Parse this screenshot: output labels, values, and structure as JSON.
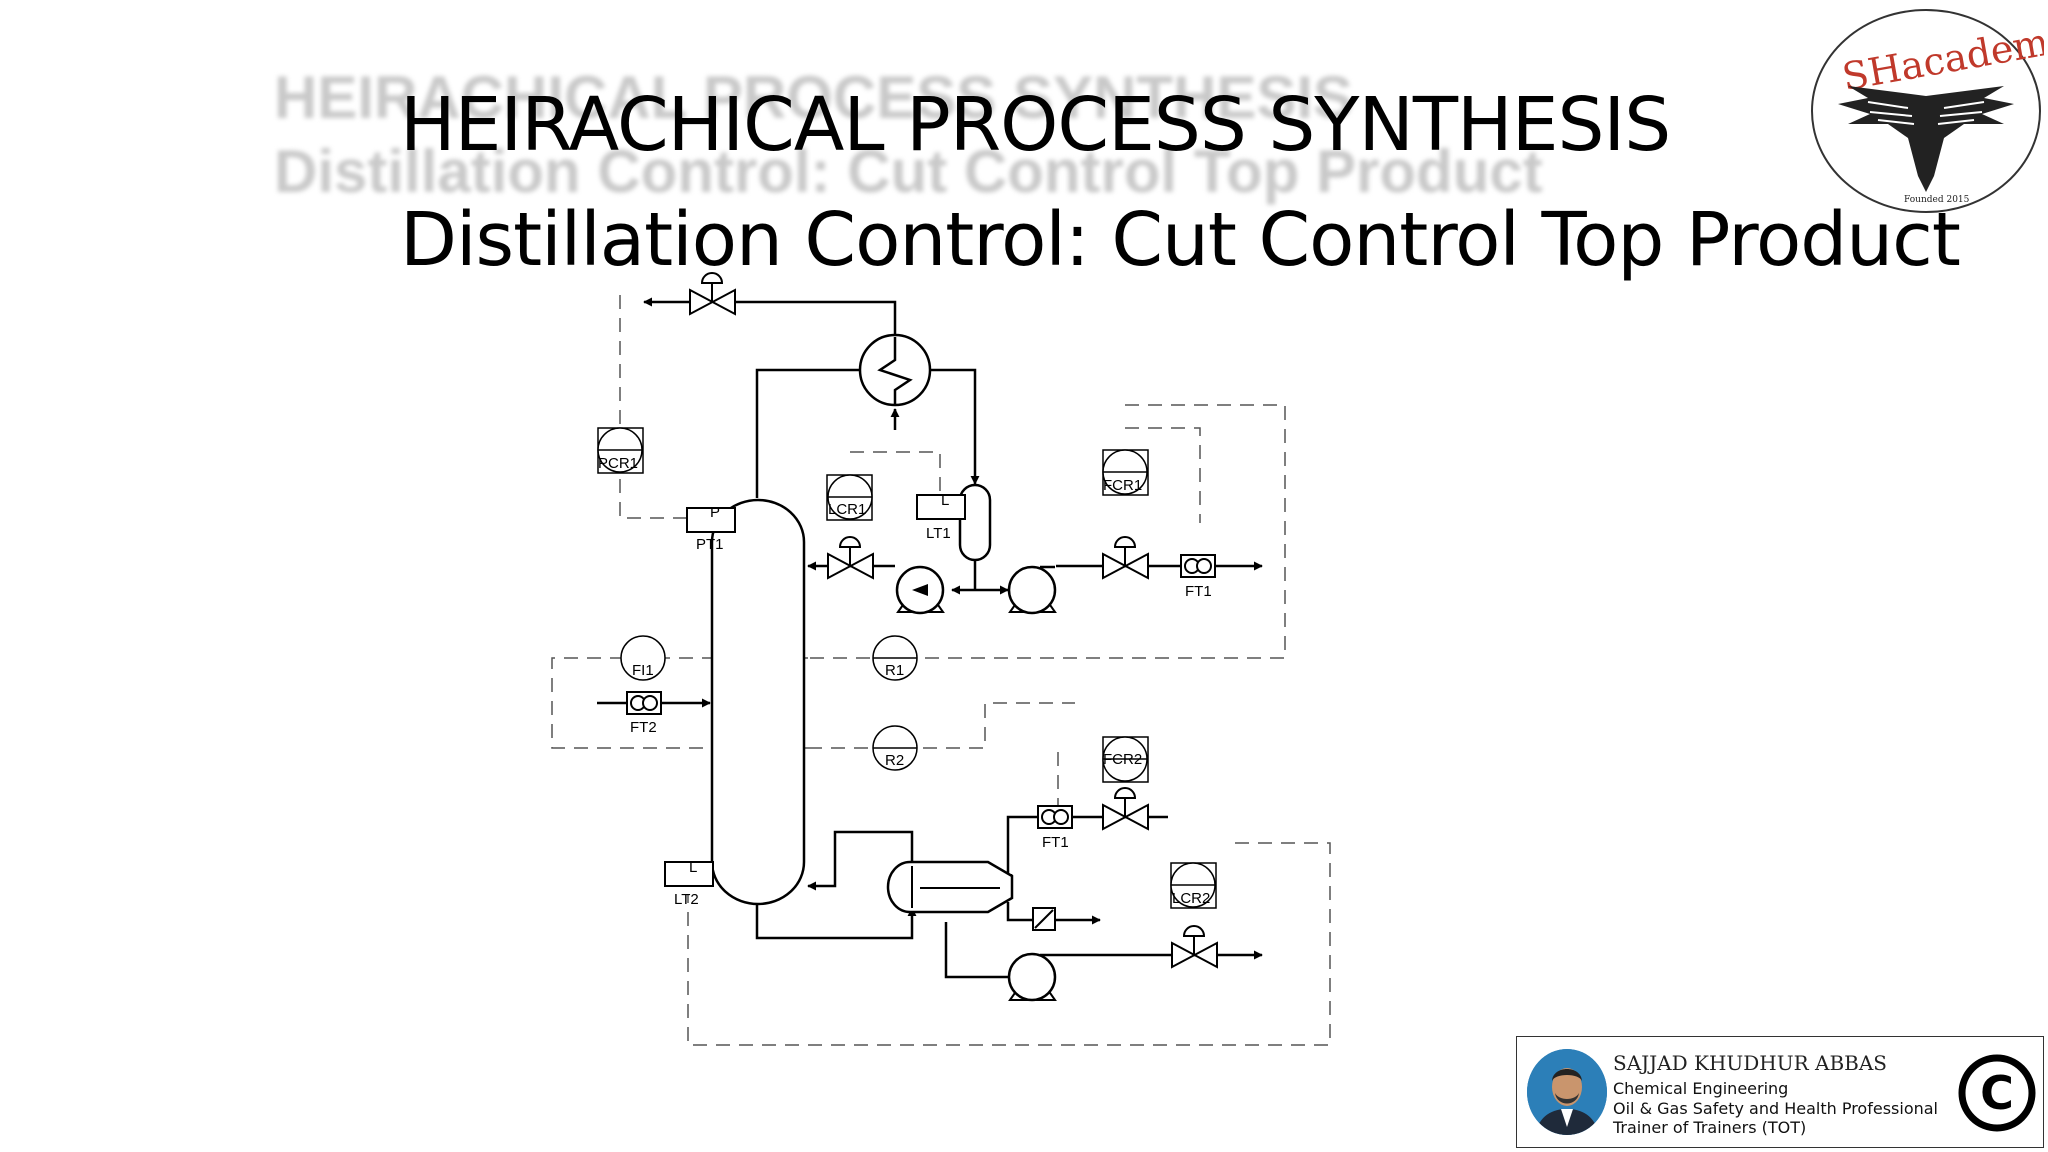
{
  "slide": {
    "ghost_title_line1": "HEIRACHICAL PROCESS SYNTHESIS",
    "ghost_title_line2": "Distillation Control: Cut Control Top Product",
    "title_line1": "HEIRACHICAL PROCESS SYNTHESIS",
    "title_line2": "Distillation Control: Cut Control Top Product"
  },
  "logo": {
    "name": "SHacademy",
    "founded": "Founded 2015",
    "accent_color": "#c0392b"
  },
  "diagram": {
    "labels": {
      "pcr1": "PCR1",
      "pt1_letter": "P",
      "pt1_tag": "PT1",
      "lcr1": "LCR1",
      "lt1_letter": "L",
      "lt1_tag": "LT1",
      "fcr1": "FCR1",
      "ft1_top": "FT1",
      "fi1": "FI1",
      "ft2": "FT2",
      "r1": "R1",
      "r2": "R2",
      "fcr2": "FCR2",
      "ft1_bottom": "FT1",
      "lt2_letter": "L",
      "lt2_tag": "LT2",
      "lcr2": "LCR2"
    }
  },
  "author": {
    "name": "SAJJAD KHUDHUR ABBAS",
    "line1": "Chemical Engineering",
    "line2": "Oil & Gas Safety and Health Professional",
    "line3": "Trainer of Trainers (TOT)",
    "copyright_symbol": "©"
  }
}
